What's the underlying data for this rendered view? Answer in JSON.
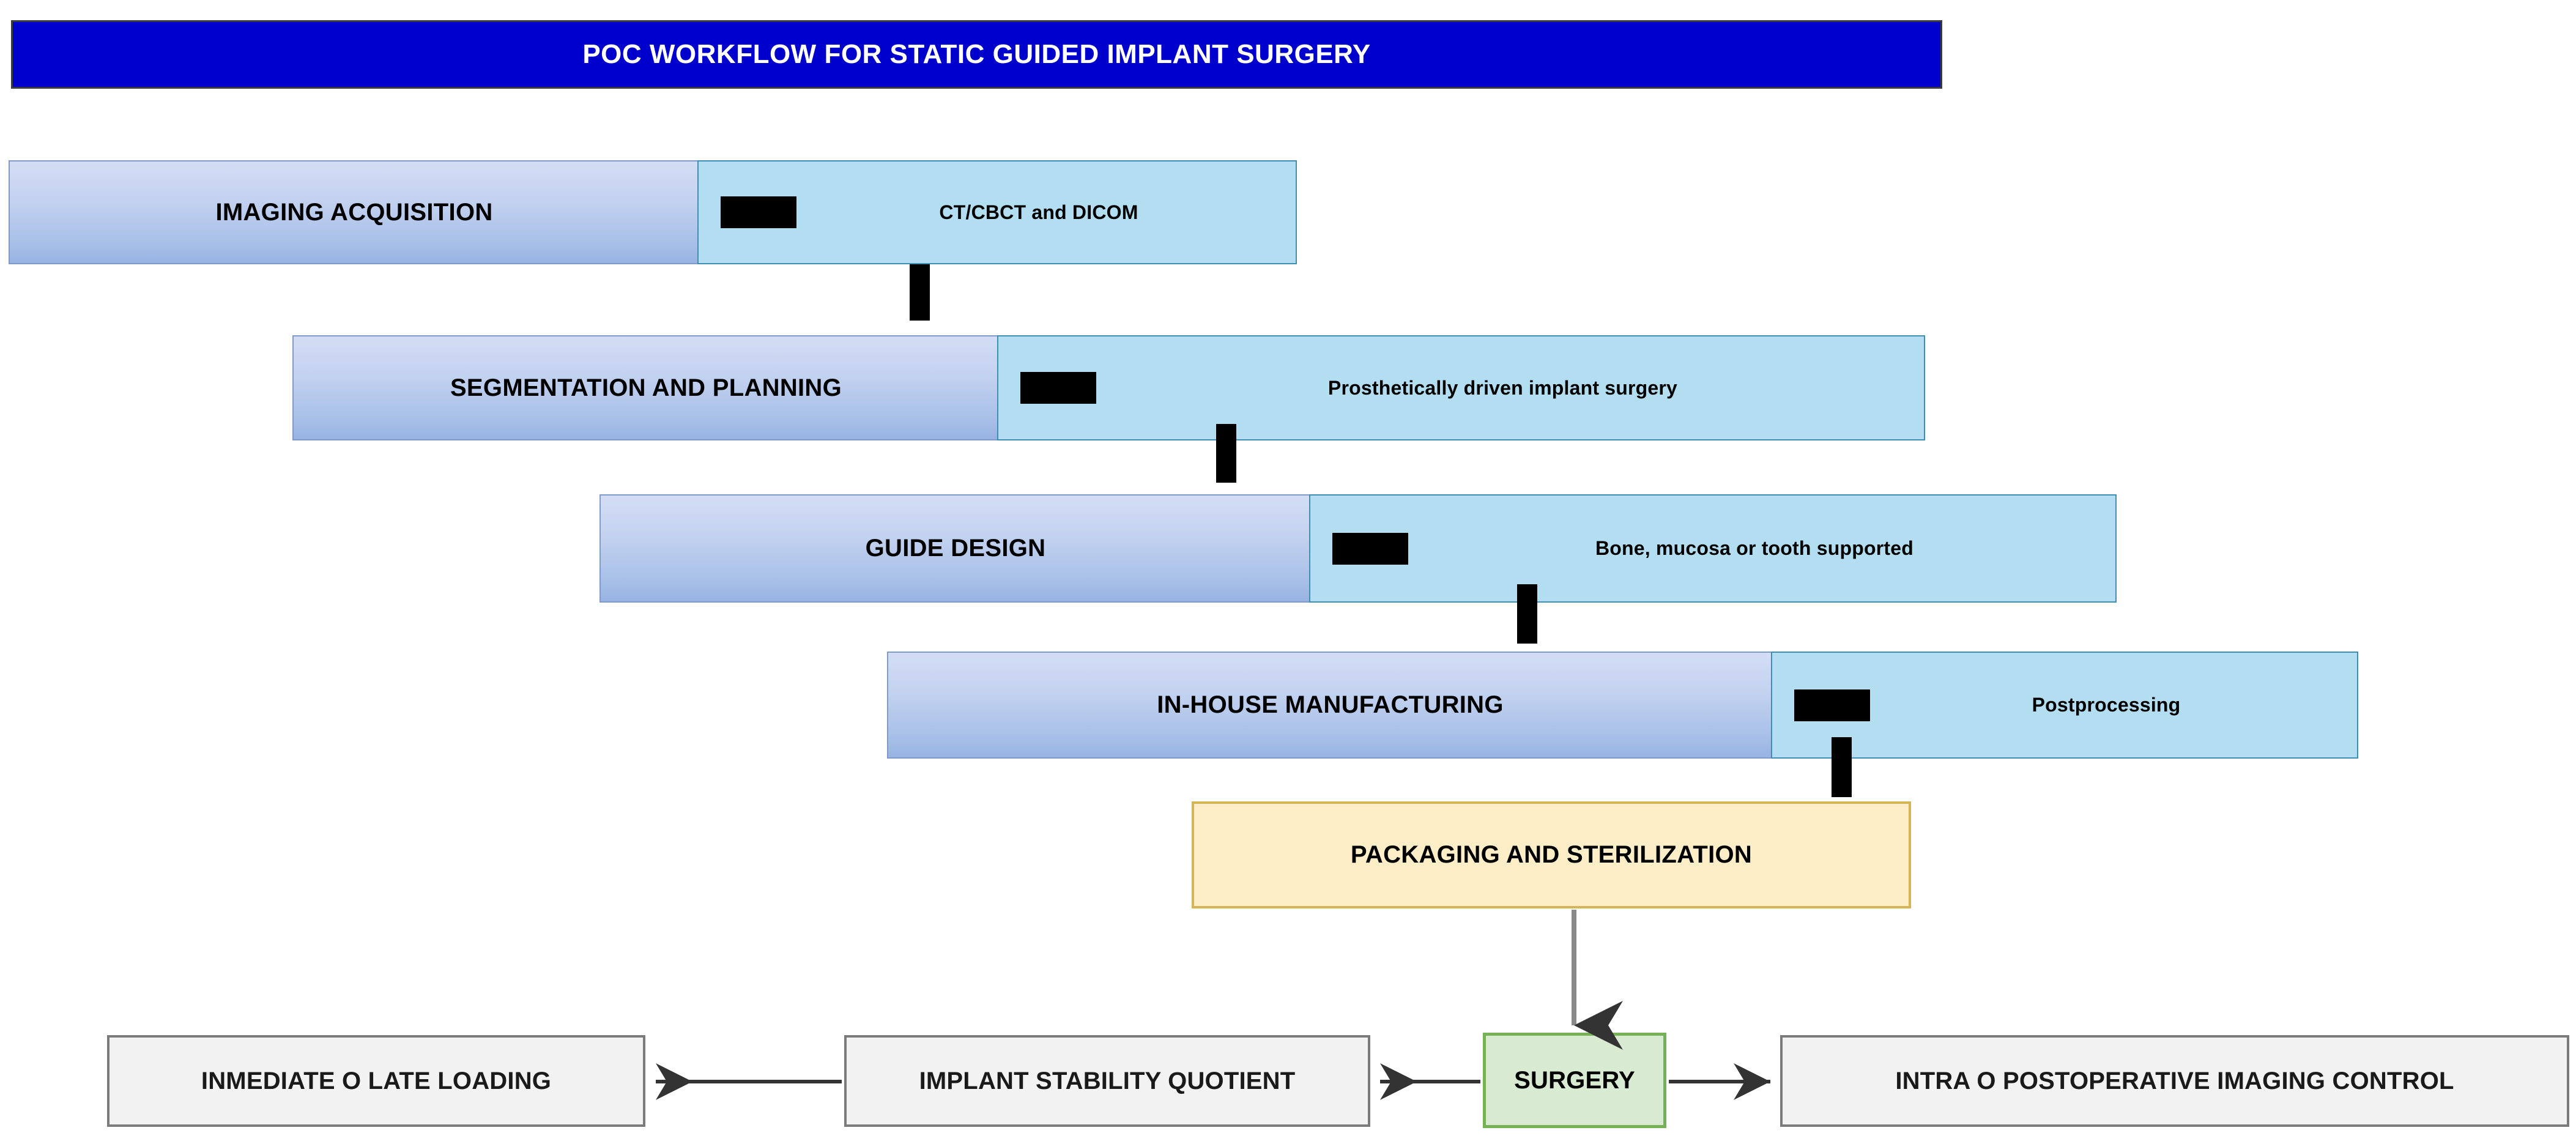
{
  "header": {
    "title": "POC WORKFLOW FOR STATIC GUIDED IMPLANT SURGERY",
    "background_color": "#0000CC",
    "text_color": "#FFFFFF"
  },
  "palette": {
    "stage_gradient_top": "#D3DDF5",
    "stage_gradient_bottom": "#97B3E2",
    "note_fill": "#B3DDF0",
    "note_border": "#3E8FB3",
    "packaging_fill": "#FDEEC8",
    "packaging_border": "#D4B558",
    "surgery_fill": "#D9EAD3",
    "surgery_border": "#77B157",
    "grey_fill": "#F2F2F2",
    "grey_border": "#7B7B7B",
    "connector_color": "#000000",
    "arrow_color": "#333333"
  },
  "stages": [
    {
      "id": "imaging-acquisition",
      "label": "IMAGING ACQUISITION",
      "note": "CT/CBCT and DICOM",
      "marker_icon": "black-bar-icon"
    },
    {
      "id": "segmentation-and-planning",
      "label": "SEGMENTATION AND PLANNING",
      "note": "Prosthetically driven implant surgery",
      "marker_icon": "black-bar-icon"
    },
    {
      "id": "guide-design",
      "label": "GUIDE DESIGN",
      "note": "Bone, mucosa or tooth supported",
      "marker_icon": "black-bar-icon"
    },
    {
      "id": "in-house-manufacturing",
      "label": "IN-HOUSE MANUFACTURING",
      "note": "Postprocessing",
      "marker_icon": "black-bar-icon"
    }
  ],
  "packaging": {
    "id": "packaging-and-sterilization",
    "label": "PACKAGING AND STERILIZATION"
  },
  "outcomes": {
    "surgery": {
      "id": "surgery",
      "label": "SURGERY"
    },
    "left": {
      "id": "immediate-or-late-loading",
      "label": "INMEDIATE O LATE LOADING"
    },
    "middle": {
      "id": "implant-stability-quotient",
      "label": "IMPLANT STABILITY QUOTIENT"
    },
    "right": {
      "id": "intra-or-postoperative-imaging-control",
      "label": "INTRA O POSTOPERATIVE IMAGING CONTROL"
    }
  },
  "connectors": [
    {
      "id": "imaging-to-segmentation",
      "type": "tab"
    },
    {
      "id": "segmentation-to-guide-design",
      "type": "tab"
    },
    {
      "id": "guide-design-to-manufacturing",
      "type": "tab"
    },
    {
      "id": "manufacturing-to-packaging",
      "type": "tab"
    },
    {
      "id": "packaging-to-surgery",
      "type": "arrow-down"
    },
    {
      "id": "surgery-to-isq",
      "type": "arrow-left"
    },
    {
      "id": "isq-to-loading",
      "type": "arrow-left"
    },
    {
      "id": "surgery-to-imaging-control",
      "type": "arrow-right"
    }
  ]
}
